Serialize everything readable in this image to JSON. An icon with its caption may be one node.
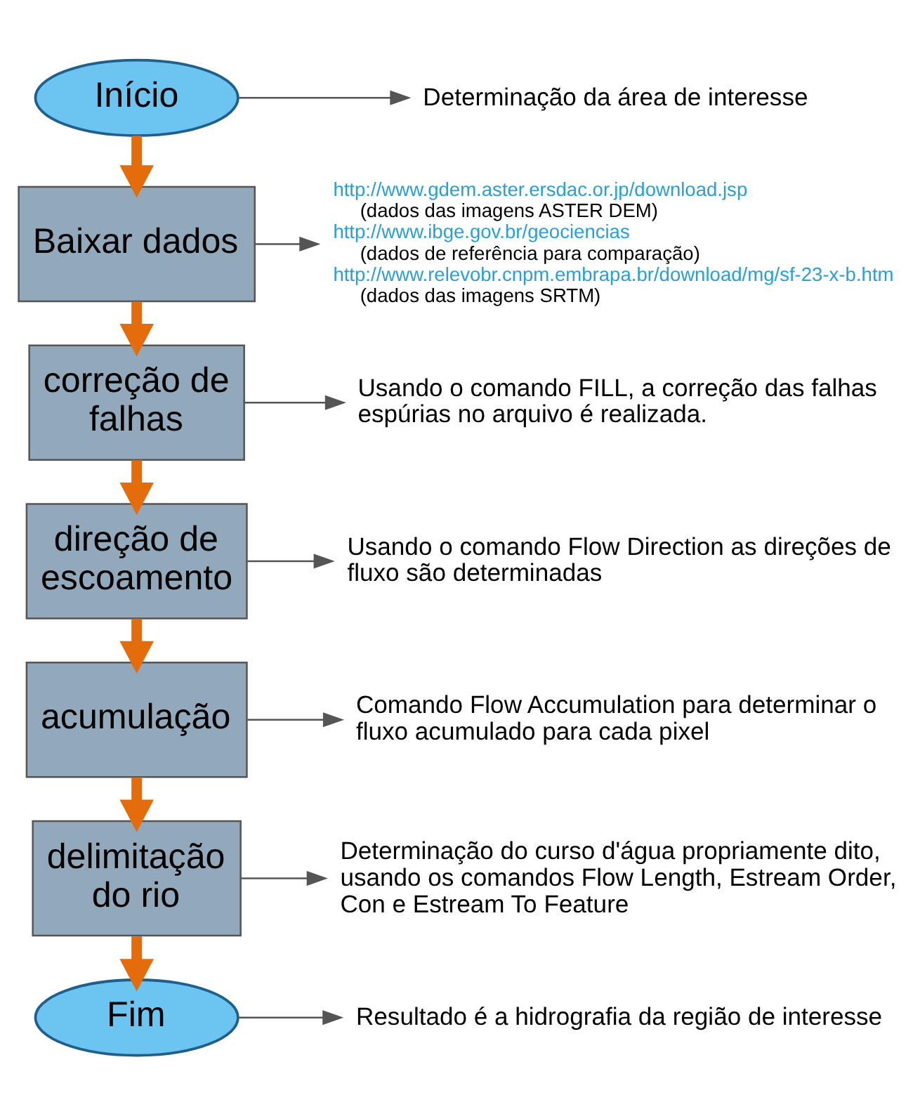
{
  "diagram": {
    "nodes": [
      {
        "text": [
          "Início"
        ]
      },
      {
        "text": [
          "Baixar dados"
        ]
      },
      {
        "text": [
          "correção de falhas"
        ]
      },
      {
        "text": [
          "direção de escoamento"
        ]
      },
      {
        "text": [
          "acumulação"
        ]
      },
      {
        "text": [
          "delimitação do rio"
        ]
      },
      {
        "text": [
          "Fim"
        ]
      },
      {
        "text": [
          "Determinação da área de interesse"
        ]
      },
      {
        "text": [
          "http://www.gdem.aster.ersdac.or.jp/download.jsp",
          "(dados das imagens ASTER DEM)",
          "http://www.ibge.gov.br/geociencias",
          "(dados de referência para comparação)",
          "http://www.relevobr.cnpm.embrapa.br/download/mg/sf-23-x-b.htm",
          "(dados das imagens SRTM)"
        ]
      },
      {
        "text": [
          "Usando o comando FILL, a correção das falhas espúrias no arquivo é realizada."
        ]
      },
      {
        "text": [
          "Usando o comando Flow Direction as direções de fluxo são determinadas"
        ]
      },
      {
        "text": [
          "Comando Flow Accumulation para determinar o fluxo acumulado para cada pixel"
        ]
      },
      {
        "text": [
          "Determinação do curso d'água propriamente dito, usando os comandos Flow Length, Estream Order, Con e Estream To Feature"
        ]
      },
      {
        "text": [
          "Resultado é a hidrografia da região de interesse"
        ]
      }
    ],
    "edges": [
      {
        "from": 0,
        "to": 1,
        "arrow": "to",
        "style": "thick",
        "color": "#e46c0a"
      },
      {
        "from": 1,
        "to": 2,
        "arrow": "to",
        "style": "thick",
        "color": "#e46c0a"
      },
      {
        "from": 2,
        "to": 3,
        "arrow": "to",
        "style": "thick",
        "color": "#e46c0a"
      },
      {
        "from": 3,
        "to": 4,
        "arrow": "to",
        "style": "thick",
        "color": "#e46c0a"
      },
      {
        "from": 4,
        "to": 5,
        "arrow": "to",
        "style": "thick",
        "color": "#e46c0a"
      },
      {
        "from": 5,
        "to": 6,
        "arrow": "to",
        "style": "thick",
        "color": "#e46c0a"
      },
      {
        "from": 0,
        "to": 7,
        "arrow": "to"
      },
      {
        "from": 1,
        "to": 8,
        "arrow": "to"
      },
      {
        "from": 2,
        "to": 9,
        "arrow": "to"
      },
      {
        "from": 3,
        "to": 10,
        "arrow": "to"
      },
      {
        "from": 4,
        "to": 11,
        "arrow": "to"
      },
      {
        "from": 5,
        "to": 12,
        "arrow": "to"
      },
      {
        "from": 6,
        "to": 13,
        "arrow": "to"
      }
    ]
  }
}
